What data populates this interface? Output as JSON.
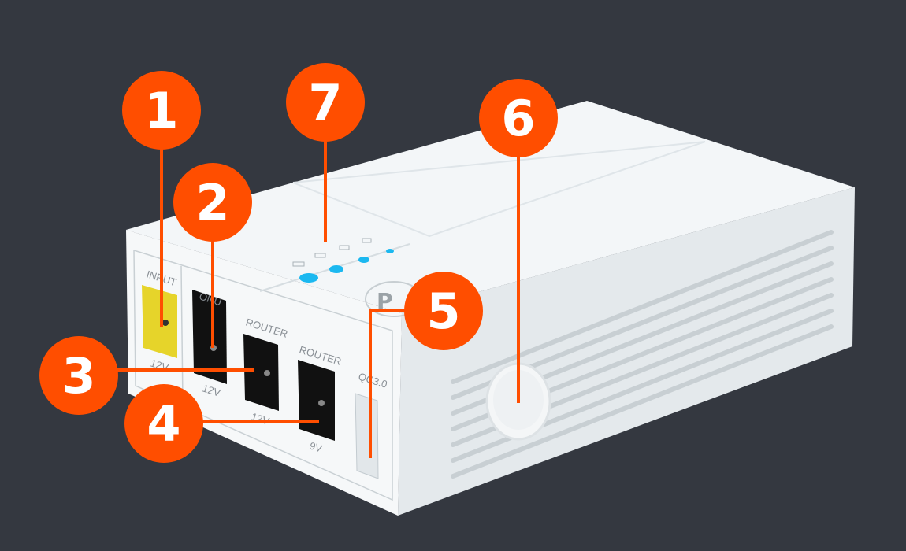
{
  "colors": {
    "background": "#343840",
    "callout": "#FF4E00",
    "device": "#eef2f4",
    "led": "#1bb8f0",
    "input_jack": "#e6d42a"
  },
  "device": {
    "ports": [
      {
        "label": "INPUT",
        "voltage": "12V"
      },
      {
        "label": "ONU",
        "voltage": "12V"
      },
      {
        "label": "ROUTER",
        "voltage": "12V"
      },
      {
        "label": "ROUTER",
        "voltage": "9V"
      },
      {
        "label": "QC3.0",
        "voltage": ""
      }
    ],
    "battery_leds_lit": 4
  },
  "callouts": [
    {
      "number": "1",
      "target": "input-port"
    },
    {
      "number": "2",
      "target": "onu-port"
    },
    {
      "number": "3",
      "target": "router-12v-port"
    },
    {
      "number": "4",
      "target": "router-9v-port"
    },
    {
      "number": "5",
      "target": "qc30-usb-port"
    },
    {
      "number": "6",
      "target": "power-button"
    },
    {
      "number": "7",
      "target": "battery-indicator"
    }
  ]
}
